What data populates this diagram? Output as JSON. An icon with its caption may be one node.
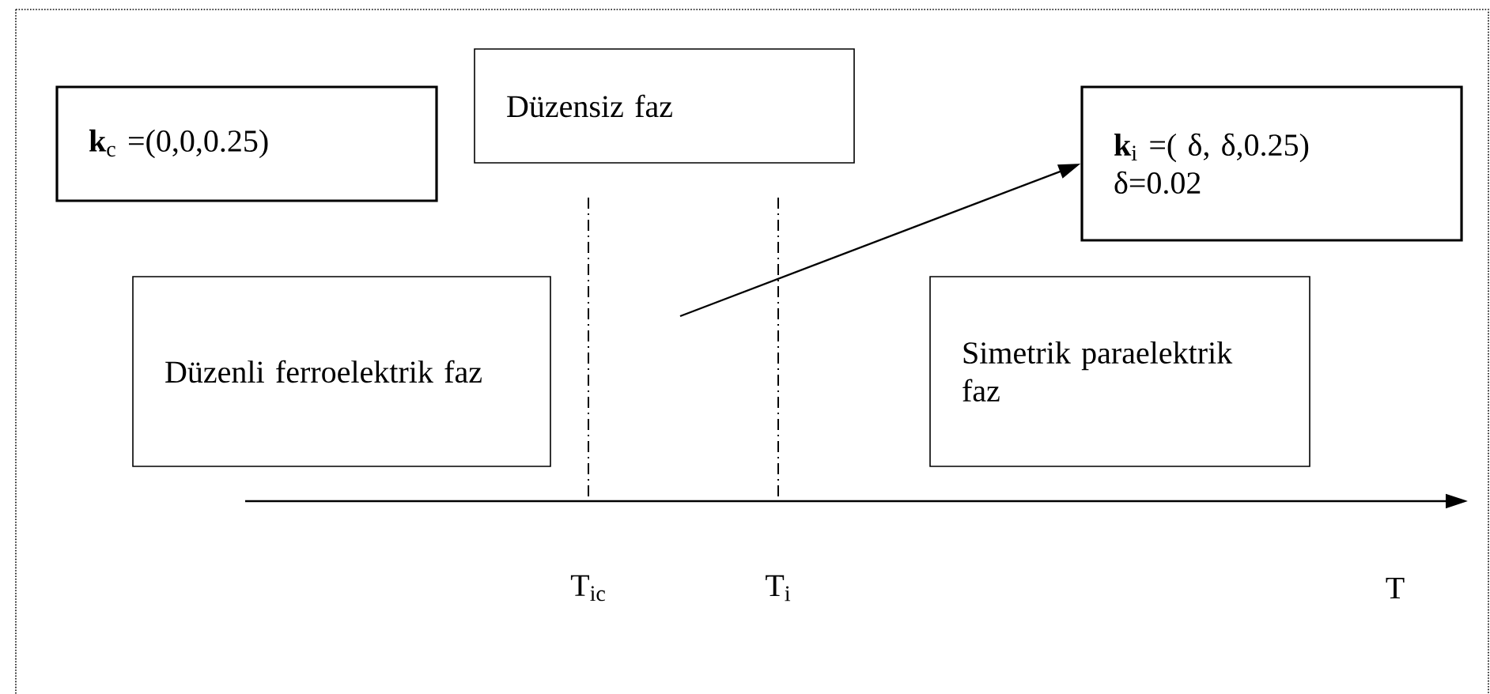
{
  "diagram": {
    "nodes": [
      {
        "text": [
          "**k**$_{c}$ =(0,0,0.25)"
        ]
      },
      {
        "text": [
          "Düzensiz faz"
        ]
      },
      {
        "text": [
          "**k**$_{i}$ =( δ, δ,0.25)",
          "δ=0.02"
        ]
      },
      {
        "text": [
          "Düzenli ferroelektrik faz"
        ]
      },
      {
        "text": [
          "Simetrik paraelektrik faz"
        ]
      }
    ],
    "edges": [
      {
        "from": null,
        "to": 2,
        "arrow": "to"
      }
    ],
    "labels": [
      "T$_{ic}$",
      "T$_{i}$",
      "T"
    ]
  }
}
